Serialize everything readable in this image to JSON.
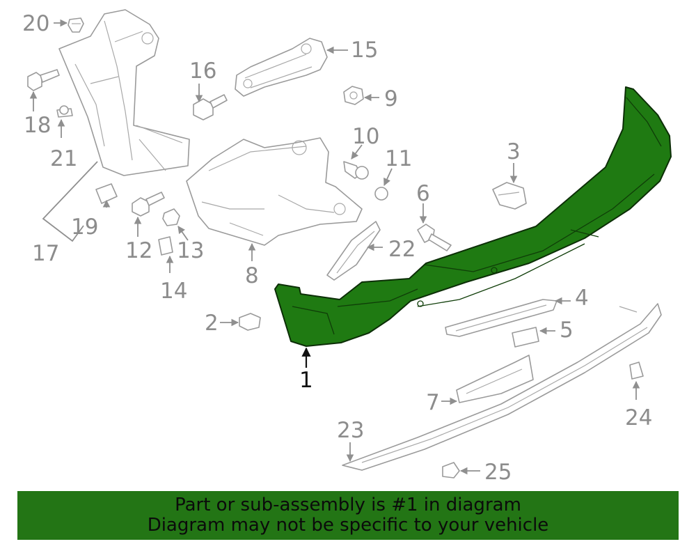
{
  "diagram": {
    "highlight_color": "#237515",
    "callouts": {
      "c1": "1",
      "c2": "2",
      "c3": "3",
      "c4": "4",
      "c5": "5",
      "c6": "6",
      "c7": "7",
      "c8": "8",
      "c9": "9",
      "c10": "10",
      "c11": "11",
      "c12": "12",
      "c13": "13",
      "c14": "14",
      "c15": "15",
      "c16": "16",
      "c17": "17",
      "c18": "18",
      "c19": "19",
      "c20": "20",
      "c21": "21",
      "c22": "22",
      "c23": "23",
      "c24": "24",
      "c25": "25"
    }
  },
  "banner": {
    "line1": "Part or sub-assembly is #1 in diagram",
    "line2": "Diagram may not be specific to your vehicle"
  }
}
